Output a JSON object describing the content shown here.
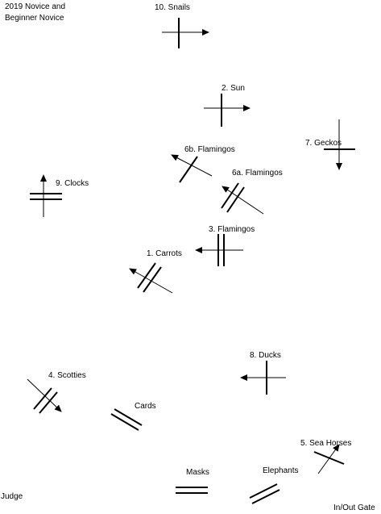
{
  "title_line1": "2019 Novice and",
  "title_line2": "Beginner Novice",
  "stations": {
    "snails": "10. Snails",
    "sun": "2. Sun",
    "geckos": "7. Geckos",
    "flamingos_6b": "6b. Flamingos",
    "flamingos_6a": "6a. Flamingos",
    "clocks": "9. Clocks",
    "flamingos_3": "3. Flamingos",
    "carrots": "1. Carrots",
    "ducks": "8. Ducks",
    "scotties": "4. Scotties",
    "cards": "Cards",
    "sea_horses": "5. Sea Horses",
    "masks": "Masks",
    "elephants": "Elephants"
  },
  "judge": "Judge",
  "gate": "In/Out Gate",
  "colors": {
    "line": "#000000",
    "background": "#ffffff"
  }
}
